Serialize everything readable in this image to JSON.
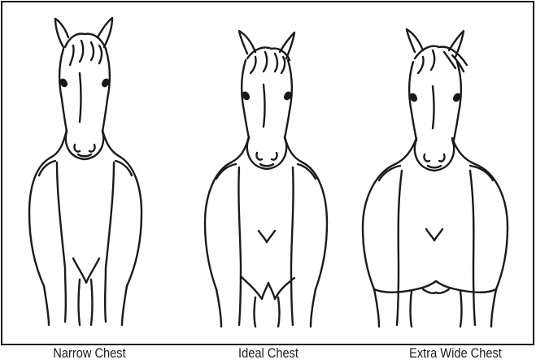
{
  "captions": {
    "narrow": "Narrow Chest",
    "ideal": "Ideal Chest",
    "wide": "Extra Wide Chest"
  },
  "colors": {
    "ink": "#1a1a1a",
    "background": "#ffffff"
  }
}
